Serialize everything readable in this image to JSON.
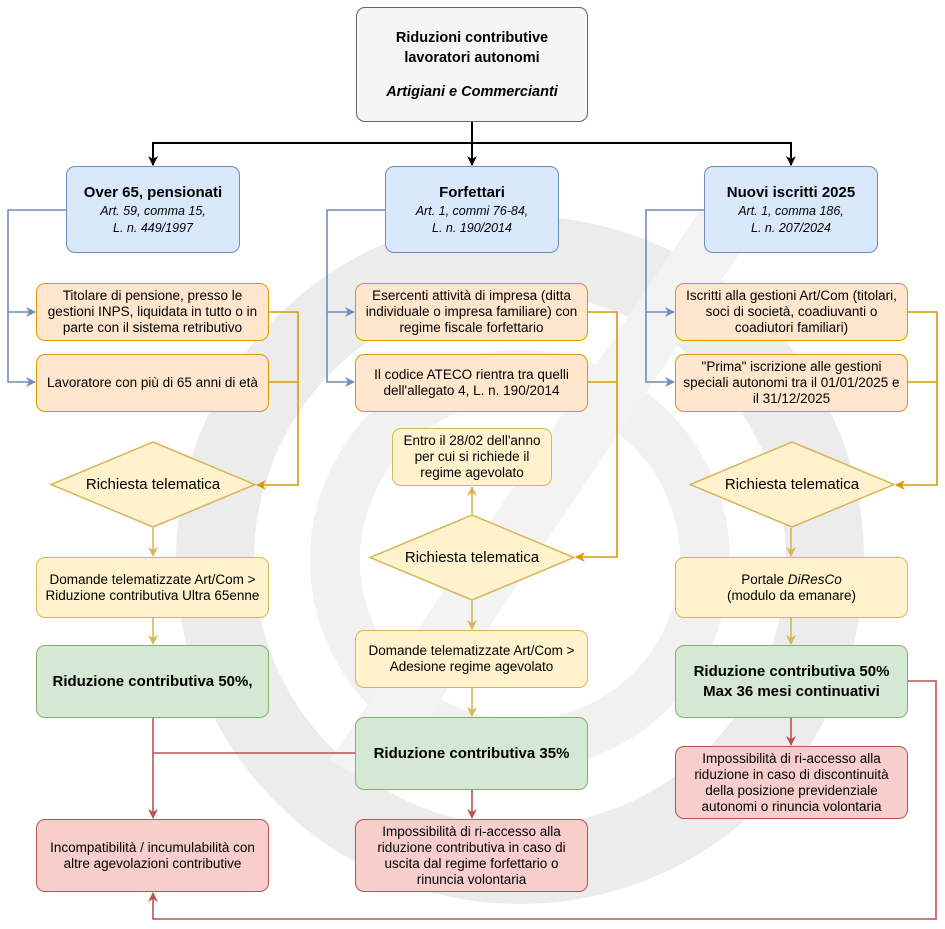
{
  "root": {
    "title_line1": "Riduzioni contributive",
    "title_line2": "lavoratori autonomi",
    "subtitle": "Artigiani e Commercianti"
  },
  "col1": {
    "header": {
      "title": "Over 65, pensionati",
      "ref1": "Art. 59, comma 15,",
      "ref2": "L. n. 449/1997"
    },
    "req1": "Titolare di pensione, presso le gestioni INPS, liquidata in tutto o in parte con il sistema retributivo",
    "req2": "Lavoratore con più di 65 anni di età",
    "decision": "Richiesta telematica",
    "procedure": "Domande telematizzate Art/Com > Riduzione contributiva Ultra 65enne",
    "result": "Riduzione contributiva 50%,"
  },
  "col2": {
    "header": {
      "title": "Forfettari",
      "ref1": "Art. 1, commi 76-84,",
      "ref2": "L. n. 190/2014"
    },
    "req1": "Esercenti attività di impresa (ditta individuale o impresa familiare) con regime fiscale forfettario",
    "req2": "Il codice ATECO rientra tra quelli dell'allegato 4, L. n. 190/2014",
    "deadline": "Entro il 28/02 dell'anno per cui si richiede il regime agevolato",
    "decision": "Richiesta telematica",
    "procedure": "Domande telematizzate Art/Com > Adesione regime agevolato",
    "result": "Riduzione contributiva 35%",
    "note": "Impossibilità di ri-accesso alla riduzione contributiva in caso di uscita dal regime forfettario o rinuncia volontaria"
  },
  "col3": {
    "header": {
      "title": "Nuovi iscritti 2025",
      "ref1": "Art. 1, comma 186,",
      "ref2": "L. n. 207/2024"
    },
    "req1": "Iscritti alla gestioni Art/Com (titolari, soci di società, coadiuvanti o coadiutori familiari)",
    "req2": "\"Prima\" iscrizione alle gestioni speciali autonomi tra il 01/01/2025 e il 31/12/2025",
    "decision": "Richiesta telematica",
    "procedure_prefix": "Portale ",
    "procedure_portal": "DiResCo",
    "procedure_note": "(modulo da emanare)",
    "result_line1": "Riduzione contributiva 50%",
    "result_line2": "Max 36 mesi continuativi",
    "note": "Impossibilità di ri-accesso alla riduzione in caso di discontinuità della posizione previdenziale autonomi o rinuncia volontaria"
  },
  "shared_note": "Incompatibilità / incumulabilità con altre agevolazioni contributive",
  "colors": {
    "connector_black": "#000000",
    "connector_blue": "#6c8ebf",
    "connector_orange": "#d79b00",
    "connector_yellow": "#d6b656",
    "connector_red": "#b85450",
    "watermark": "#ececec"
  }
}
